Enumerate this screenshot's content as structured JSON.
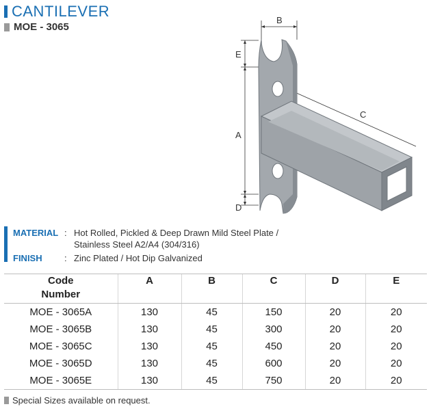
{
  "header": {
    "title": "CANTILEVER",
    "subtitle": "MOE - 3065"
  },
  "drawing": {
    "dim_labels": {
      "a": "A",
      "b": "B",
      "c": "C",
      "d": "D",
      "e": "E"
    }
  },
  "specs": {
    "material_label": "MATERIAL",
    "material_line1": "Hot Rolled, Pickled & Deep Drawn Mild Steel Plate /",
    "material_line2": "Stainless Steel A2/A4 (304/316)",
    "finish_label": "FINISH",
    "finish_value": "Zinc Plated / Hot Dip Galvanized",
    "colon": ":"
  },
  "table": {
    "headers": {
      "code_line1": "Code",
      "code_line2": "Number",
      "a": "A",
      "b": "B",
      "c": "C",
      "d": "D",
      "e": "E"
    },
    "rows": [
      {
        "code": "MOE - 3065A",
        "a": "130",
        "b": "45",
        "c": "150",
        "d": "20",
        "e": "20"
      },
      {
        "code": "MOE - 3065B",
        "a": "130",
        "b": "45",
        "c": "300",
        "d": "20",
        "e": "20"
      },
      {
        "code": "MOE - 3065C",
        "a": "130",
        "b": "45",
        "c": "450",
        "d": "20",
        "e": "20"
      },
      {
        "code": "MOE - 3065D",
        "a": "130",
        "b": "45",
        "c": "600",
        "d": "20",
        "e": "20"
      },
      {
        "code": "MOE - 3065E",
        "a": "130",
        "b": "45",
        "c": "750",
        "d": "20",
        "e": "20"
      }
    ]
  },
  "footer": {
    "note": "Special Sizes available on request."
  },
  "colors": {
    "accent": "#1a6fb3",
    "steel": "#9ea3a8",
    "steel_dark": "#6f757b",
    "steel_light": "#c3c7cb"
  }
}
